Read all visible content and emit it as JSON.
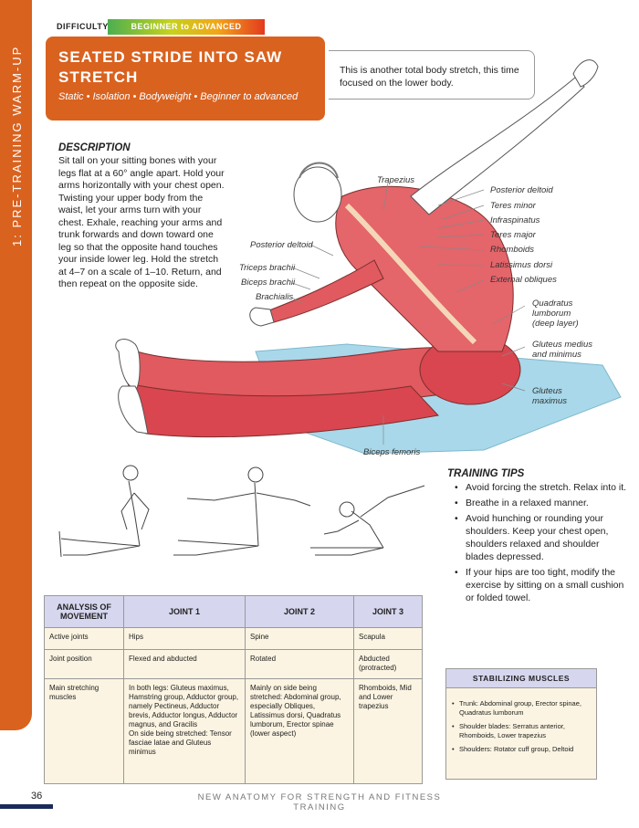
{
  "sidebar": {
    "section_label": "1: PRE-TRAINING WARM-UP"
  },
  "difficulty": {
    "label": "DIFFICULTY",
    "bar_text": "BEGINNER to ADVANCED"
  },
  "exercise": {
    "title": "SEATED STRIDE INTO SAW STRETCH",
    "subtitle": "Static • Isolation • Bodyweight • Beginner to advanced",
    "intro": "This is another total body stretch, this time focused on the lower body."
  },
  "description": {
    "heading": "DESCRIPTION",
    "text": "Sit tall on your sitting bones with your legs flat at a 60° angle apart. Hold your arms horizontally with your chest open. Twisting your upper body from the waist, let your arms turn with your chest. Exhale, reaching your arms and trunk forwards and down toward one leg so that the opposite hand touches your inside lower leg. Hold the stretch at 4–7 on a scale of 1–10. Return, and then repeat on the opposite side."
  },
  "muscle_labels": {
    "trapezius": "Trapezius",
    "posterior_deltoid_right": "Posterior deltoid",
    "teres_minor": "Teres minor",
    "infraspinatus": "Infraspinatus",
    "teres_major": "Teres major",
    "rhomboids": "Rhomboids",
    "latissimus_dorsi": "Latissimus dorsi",
    "external_obliques": "External obliques",
    "quadratus": "Quadratus",
    "lumborum": "lumborum",
    "deep_layer": "(deep layer)",
    "gluteus_medius": "Gluteus medius",
    "and_minimus": "and minimus",
    "gluteus": "Gluteus",
    "maximus": "maximus",
    "posterior_deltoid_left": "Posterior deltoid",
    "triceps_brachii": "Triceps brachii",
    "biceps_brachii": "Biceps brachii",
    "brachialis": "Brachialis",
    "biceps_femoris": "Biceps femoris"
  },
  "training_tips": {
    "heading": "TRAINING TIPS",
    "items": [
      "Avoid forcing the stretch. Relax into it.",
      "Breathe in a relaxed manner.",
      "Avoid hunching or rounding your shoulders. Keep your chest open, shoulders relaxed and shoulder blades depressed.",
      "If your hips are too tight, modify the exercise by sitting on a small cushion or folded towel."
    ]
  },
  "analysis_table": {
    "headers": [
      "ANALYSIS OF MOVEMENT",
      "JOINT 1",
      "JOINT 2",
      "JOINT 3"
    ],
    "rows": [
      [
        "Active joints",
        "Hips",
        "Spine",
        "Scapula"
      ],
      [
        "Joint position",
        "Flexed and abducted",
        "Rotated",
        "Abducted (protracted)"
      ],
      [
        "Main stretching muscles",
        "In both legs: Gluteus maximus, Hamstring group, Adductor group, namely Pectineus, Adductor brevis, Adductor longus, Adductor magnus, and Gracilis",
        "Mainly on side being stretched: Abdominal group, especially Obliques, Latissimus dorsi, Quadratus lumborum, Erector spinae (lower aspect)",
        "Rhomboids, Mid and Lower trapezius"
      ]
    ],
    "note": "On side being stretched: Tensor fasciae latae and Gluteus minimus"
  },
  "stabilizing": {
    "heading": "STABILIZING MUSCLES",
    "items": [
      "Trunk: Abdominal group, Erector spinae, Quadratus lumborum",
      "Shoulder blades: Serratus anterior, Rhomboids, Lower trapezius",
      "Shoulders: Rotator cuff group, Deltoid"
    ]
  },
  "footer": {
    "page_number": "36",
    "book_title": "NEW ANATOMY FOR STRENGTH AND FITNESS TRAINING"
  },
  "colors": {
    "accent": "#d9621f",
    "header_bg": "#d6d6ef",
    "cell_bg": "#fbf4e2",
    "mat": "#a8d8ea",
    "muscle": "#d9464f"
  }
}
